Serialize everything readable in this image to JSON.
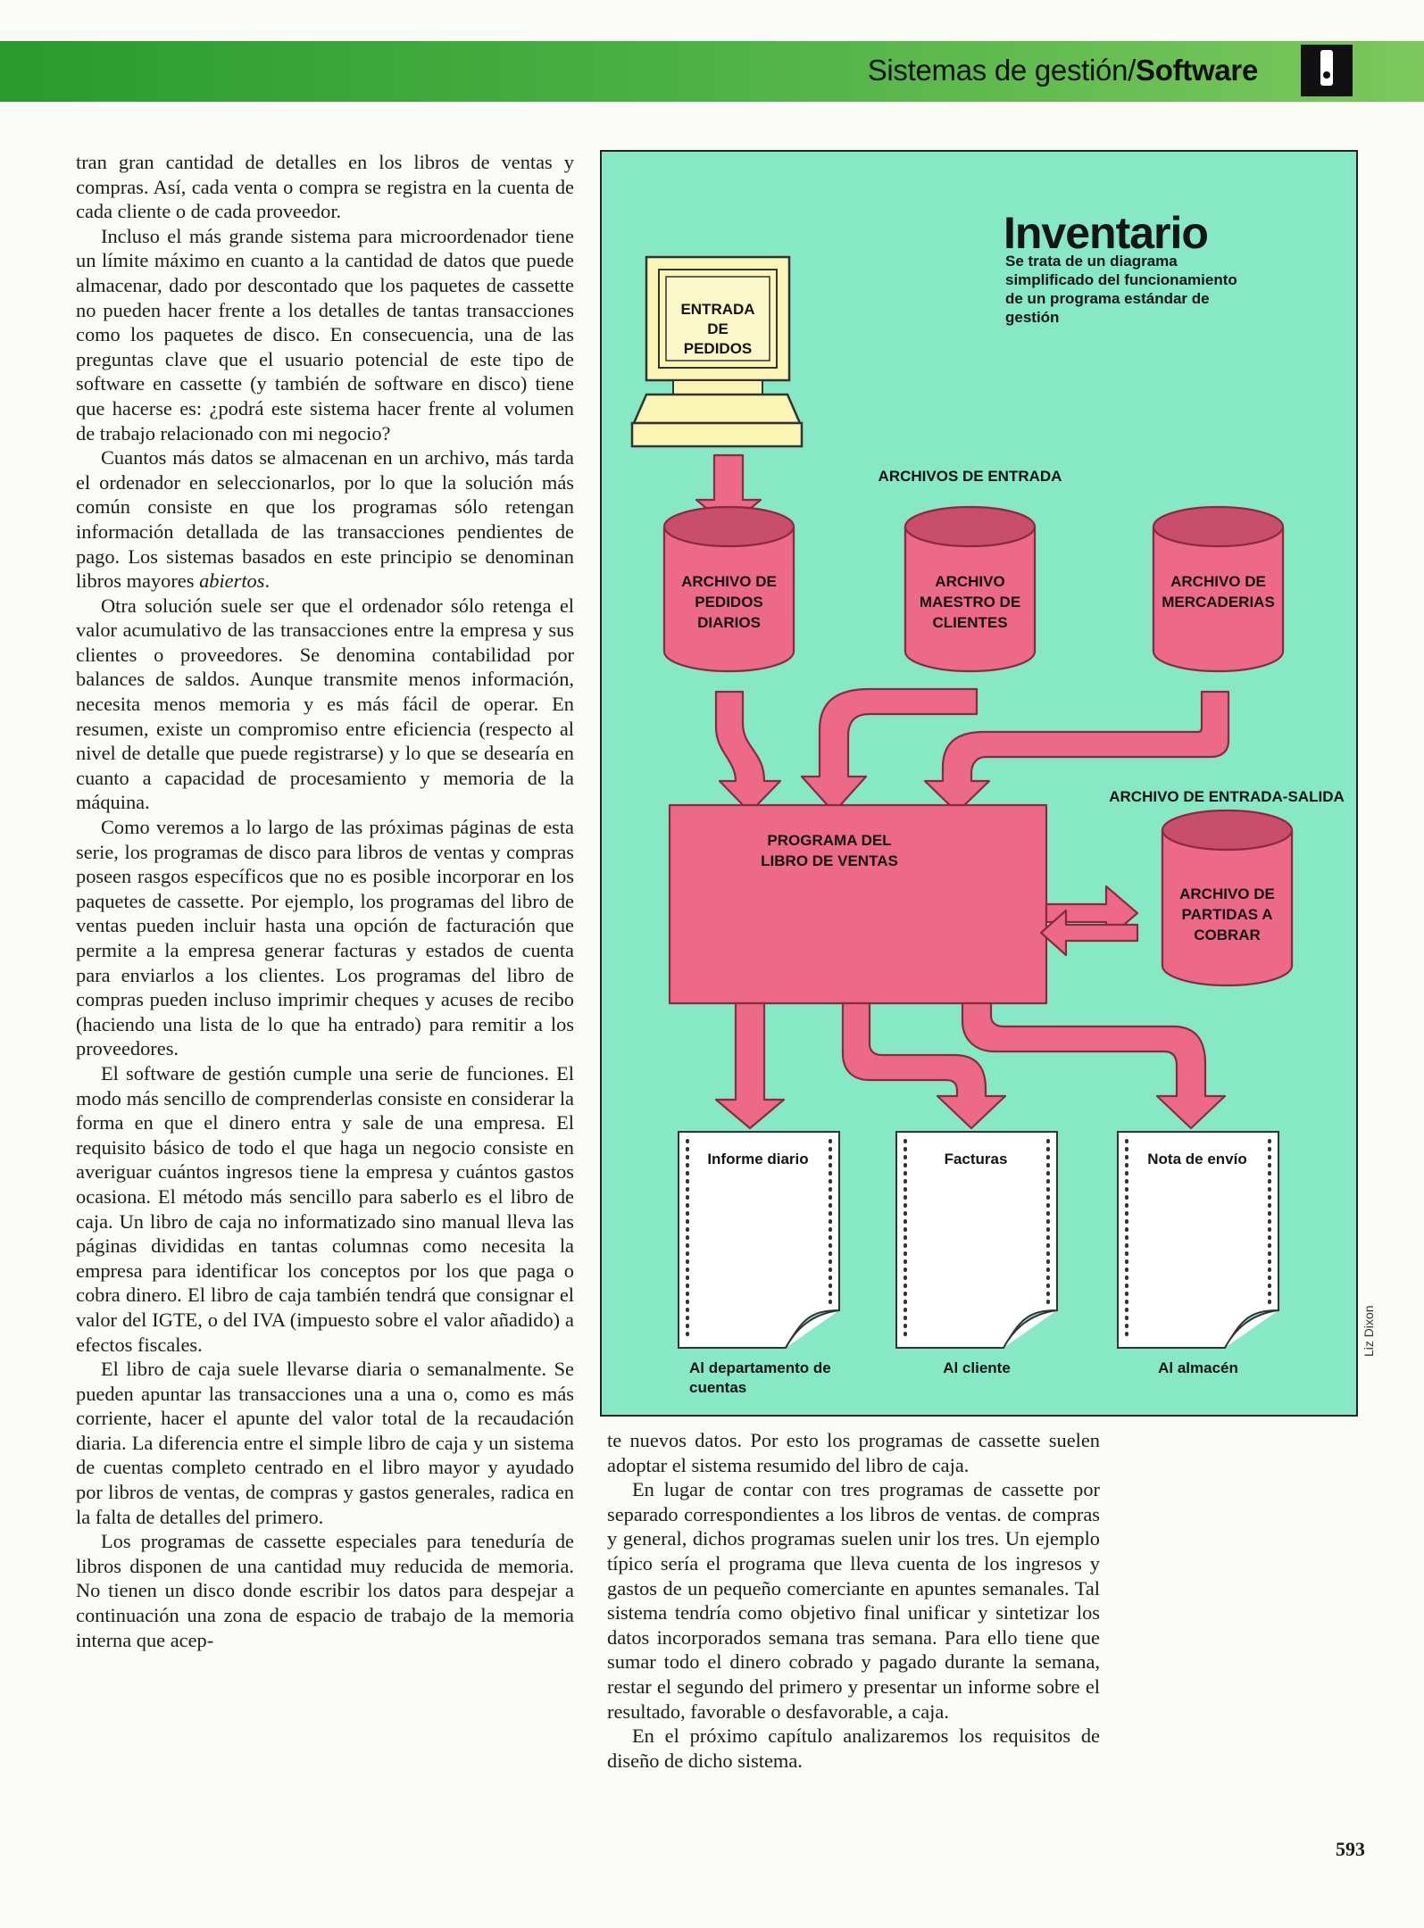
{
  "header": {
    "section": "Sistemas de gestión",
    "separator": "/",
    "subsection": "Software"
  },
  "left_column": [
    {
      "cont": true,
      "text": "tran gran cantidad de detalles en los libros de ventas y compras. Así, cada venta o compra se registra en la cuenta de cada cliente o de cada proveedor."
    },
    {
      "cont": false,
      "text": "Incluso el más grande sistema para microordenador tiene un límite máximo en cuanto a la cantidad de datos que puede almacenar, dado por descontado que los paquetes de cassette no pueden hacer frente a los detalles de tantas transacciones como los paquetes de disco. En consecuencia, una de las preguntas clave que el usuario potencial de este tipo de software en cassette (y también de software en disco) tiene que hacerse es: ¿podrá este sistema hacer frente al volumen de trabajo relacionado con mi negocio?"
    },
    {
      "cont": false,
      "text": "Cuantos más datos se almacenan en un archivo, más tarda el ordenador en seleccionarlos, por lo que la solución más común consiste en que los programas sólo retengan información detallada de las transacciones pendientes de pago. Los sistemas basados en este principio se denominan libros mayores",
      "italic_tail": "abiertos",
      "end": "."
    },
    {
      "cont": false,
      "text": "Otra solución suele ser que el ordenador sólo retenga el valor acumulativo de las transacciones entre la empresa y sus clientes o proveedores. Se denomina contabilidad por balances de saldos. Aunque transmite menos información, necesita menos memoria y es más fácil de operar. En resumen, existe un compromiso entre eficiencia (respecto al nivel de detalle que puede registrarse) y lo que se desearía en cuanto a capacidad de procesamiento y memoria de la máquina."
    },
    {
      "cont": false,
      "text": "Como veremos a lo largo de las próximas páginas de esta serie, los programas de disco para libros de ventas y compras poseen rasgos específicos que no es posible incorporar en los paquetes de cassette. Por ejemplo, los programas del libro de ventas pueden incluir hasta una opción de facturación que permite a la empresa generar facturas y estados de cuenta para enviarlos a los clientes. Los programas del libro de compras pueden incluso imprimir cheques y acuses de recibo (haciendo una lista de lo que ha entrado) para remitir a los proveedores."
    },
    {
      "cont": false,
      "text": "El software de gestión cumple una serie de funciones. El modo más sencillo de comprenderlas consiste en considerar la forma en que el dinero entra y sale de una empresa. El requisito básico de todo el que haga un negocio consiste en averiguar cuántos ingresos tiene la empresa y cuántos gastos ocasiona. El método más sencillo para saberlo es el libro de caja. Un libro de caja no informatizado sino manual lleva las páginas divididas en tantas columnas como necesita la empresa para identificar los conceptos por los que paga o cobra dinero. El libro de caja también tendrá que consignar el valor del IGTE, o del IVA (impuesto sobre el valor añadido) a efectos fiscales."
    },
    {
      "cont": false,
      "text": "El libro de caja suele llevarse diaria o semanalmente. Se pueden apuntar las transacciones una a una o, como es más corriente, hacer el apunte del valor total de la recaudación diaria. La diferencia entre el simple libro de caja y un sistema de cuentas completo centrado en el libro mayor y ayudado por libros de ventas, de compras y gastos generales, radica en la falta de detalles del primero."
    },
    {
      "cont": false,
      "text": "Los programas de cassette especiales para teneduría de libros disponen de una cantidad muy reducida de memoria. No tienen un disco donde escribir los datos para despejar a continuación una zona de espacio de trabajo de la memoria interna que acep-"
    }
  ],
  "right_column": [
    {
      "cont": true,
      "text": "te nuevos datos. Por esto los programas de cassette suelen adoptar el sistema resumido del libro de caja."
    },
    {
      "cont": false,
      "text": "En lugar de contar con tres programas de cassette por separado correspondientes a los libros de ventas. de compras y general, dichos programas suelen unir los tres. Un ejemplo típico sería el programa que lleva cuenta de los ingresos y gastos de un pequeño comerciante en apuntes semanales. Tal sistema tendría como objetivo final unificar y sintetizar los datos incorporados semana tras semana. Para ello tiene que sumar todo el dinero cobrado y pagado durante la semana, restar el segundo del primero y presentar un informe sobre el resultado, favorable o desfavorable, a caja."
    },
    {
      "cont": false,
      "text": "En el próximo capítulo analizaremos los requisitos de diseño de dicho sistema."
    }
  ],
  "diagram": {
    "title": "Inventario",
    "subtitle": "Se trata de un diagrama simplificado del funcionamiento de un programa estándar de gestión",
    "terminal_label": "ENTRADA DE PEDIDOS",
    "input_files_heading": "ARCHIVOS DE ENTRADA",
    "file_pedidos": "ARCHIVO DE PEDIDOS DIARIOS",
    "file_clientes": "ARCHIVO MAESTRO DE CLIENTES",
    "file_mercaderias": "ARCHIVO DE MERCADERIAS",
    "io_heading": "ARCHIVO DE ENTRADA-SALIDA",
    "program": "PROGRAMA DEL LIBRO DE VENTAS",
    "file_partidas": "ARCHIVO DE PARTIDAS A COBRAR",
    "doc_informe": "Informe diario",
    "doc_facturas": "Facturas",
    "doc_nota": "Nota de envío",
    "dest_cuentas": "Al departamento de cuentas",
    "dest_cliente": "Al cliente",
    "dest_almacen": "Al almacén",
    "colors": {
      "background": "#86e8c5",
      "pink": "#ec6a87",
      "pink_dark": "#c23f60",
      "terminal": "#faf5b4"
    }
  },
  "credit": "Liz Dixon",
  "page_number": "593"
}
